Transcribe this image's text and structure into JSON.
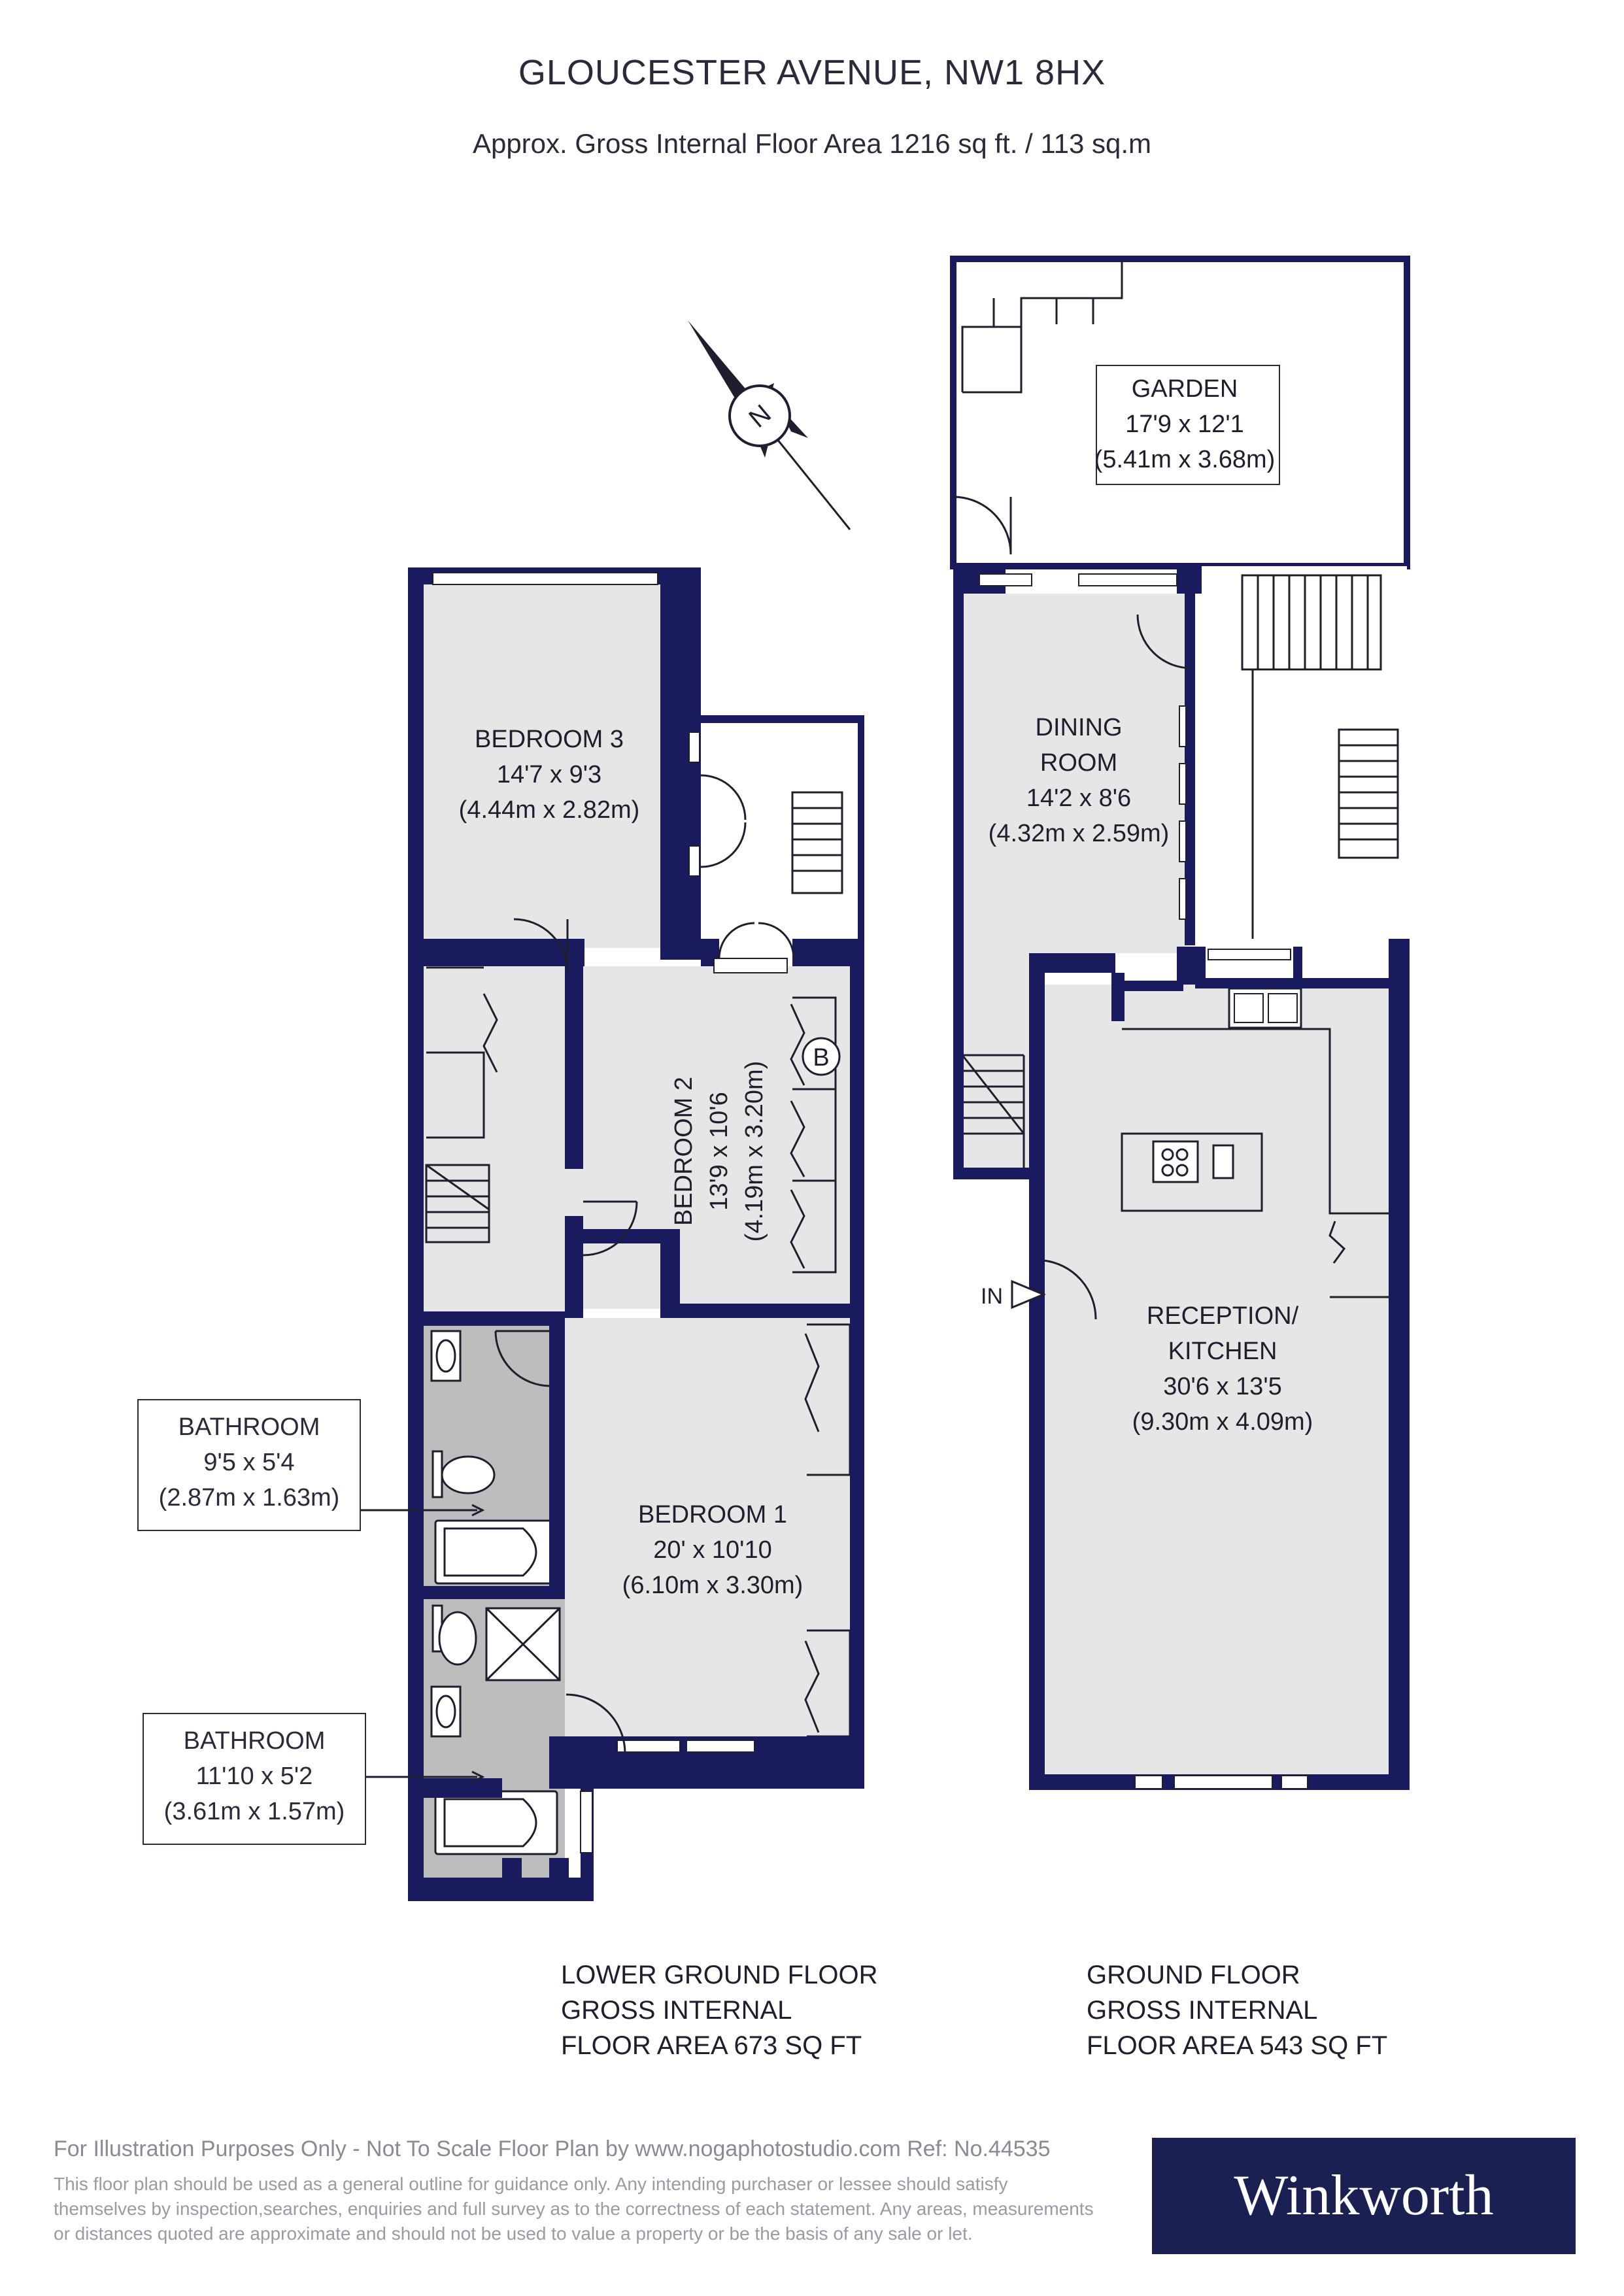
{
  "header": {
    "title": "GLOUCESTER AVENUE, NW1 8HX",
    "subtitle": "Approx. Gross Internal Floor Area 1216 sq ft. / 113 sq.m"
  },
  "compass": {
    "label": "N"
  },
  "rooms": {
    "garden": {
      "name": "GARDEN",
      "imperial": "17'9 x 12'1",
      "metric": "(5.41m x 3.68m)"
    },
    "dining": {
      "name_1": "DINING",
      "name_2": "ROOM",
      "imperial": "14'2 x 8'6",
      "metric": "(4.32m x 2.59m)"
    },
    "bedroom3": {
      "name": "BEDROOM 3",
      "imperial": "14'7 x 9'3",
      "metric": "(4.44m x 2.82m)"
    },
    "bedroom2": {
      "name": "BEDROOM 2",
      "imperial": "13'9 x 10'6",
      "metric": "(4.19m x 3.20m)"
    },
    "bedroom1": {
      "name": "BEDROOM 1",
      "imperial": "20' x 10'10",
      "metric": "(6.10m x 3.30m)"
    },
    "reception": {
      "name_1": "RECEPTION/",
      "name_2": "KITCHEN",
      "imperial": "30'6 x 13'5",
      "metric": "(9.30m x 4.09m)"
    },
    "bathroom_a": {
      "name": "BATHROOM",
      "imperial": "9'5 x 5'4",
      "metric": "(2.87m x 1.63m)"
    },
    "bathroom_b": {
      "name": "BATHROOM",
      "imperial": "11'10 x 5'2",
      "metric": "(3.61m x 1.57m)"
    }
  },
  "markers": {
    "boiler": "B",
    "entrance": "IN"
  },
  "floors": {
    "lower": {
      "line_1": "LOWER GROUND FLOOR",
      "line_2": "GROSS INTERNAL",
      "line_3": "FLOOR AREA 673 SQ FT"
    },
    "ground": {
      "line_1": "GROUND FLOOR",
      "line_2": "GROSS INTERNAL",
      "line_3": "FLOOR AREA 543 SQ FT"
    }
  },
  "footer": {
    "line": "For Illustration Purposes Only - Not To Scale   Floor Plan by www.nogaphotostudio.com   Ref: No.44535",
    "disclaimer_1": "This floor plan should be used as a general outline for guidance only. Any intending purchaser or lessee should satisfy",
    "disclaimer_2": "themselves by inspection,searches, enquiries and full survey as to the correctness of each statement. Any areas, measurements",
    "disclaimer_3": " or distances quoted are approximate and should not be used to value a property or be the basis of any sale or let.",
    "brand": "Winkworth"
  },
  "colors": {
    "wall": "#1a1a5e",
    "floor": "#e6e6e6",
    "bathroom_floor": "#bdbdbd",
    "brand_bg": "#1a2152"
  }
}
